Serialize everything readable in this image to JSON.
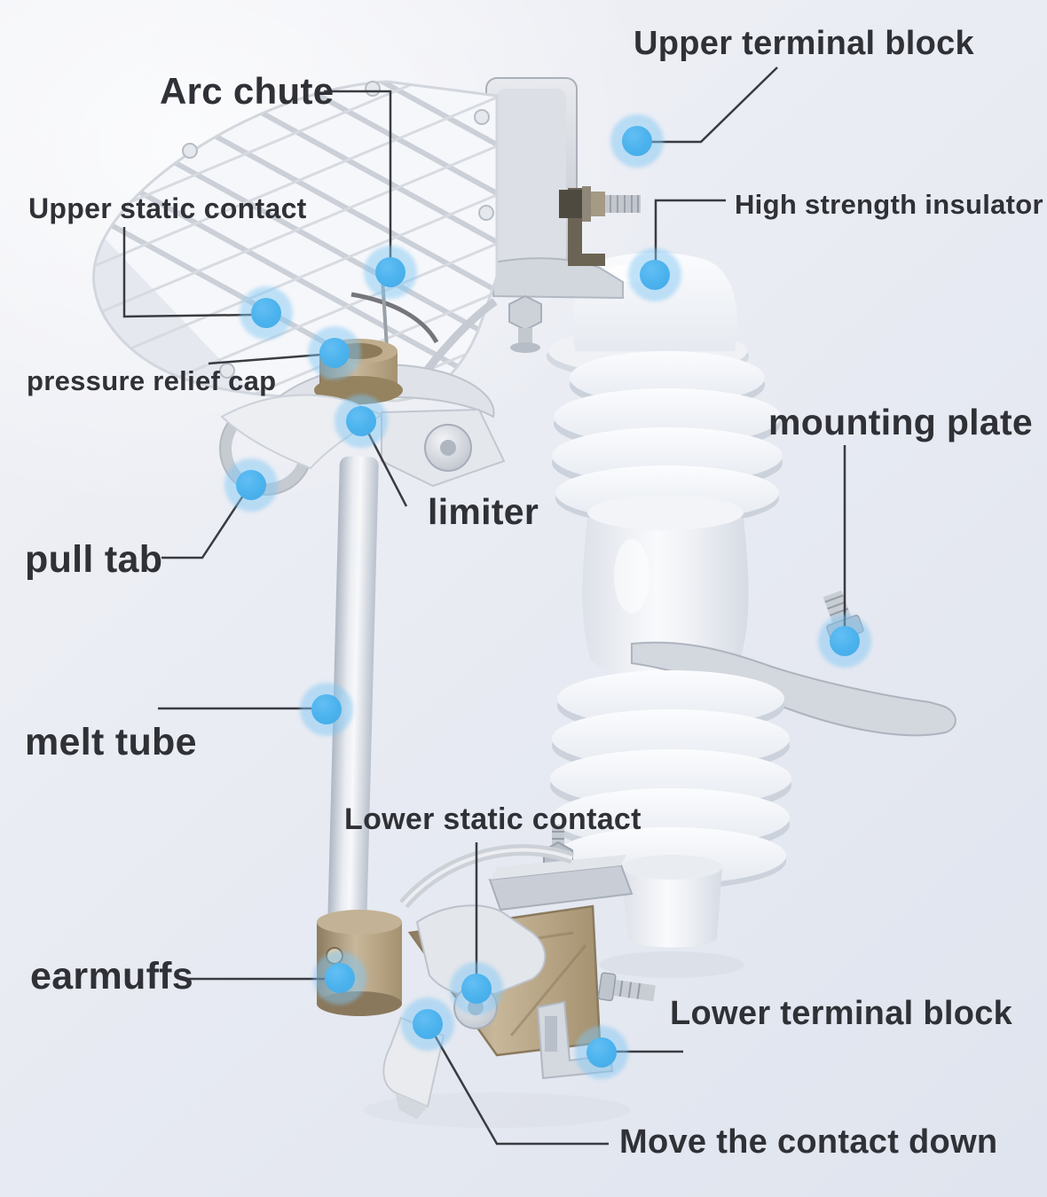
{
  "figure_title": "",
  "colors": {
    "accent_dot": "#1a9fe6",
    "dot_halo": "rgba(128,198,244,0.48)",
    "label_text": "#2f3136",
    "leader_line": "#3a3b40",
    "background": "#e9ecf3",
    "porcelain": "#f4f5f8",
    "bronze": "#b2a084",
    "metal": "#ccd1d9"
  },
  "annotations": [
    {
      "id": "arc-chute",
      "label": "Arc chute"
    },
    {
      "id": "upper-terminal-block",
      "label": "Upper terminal block"
    },
    {
      "id": "upper-static-contact",
      "label": "Upper static contact"
    },
    {
      "id": "high-strength-insulator",
      "label": "High strength insulator"
    },
    {
      "id": "pressure-relief-cap",
      "label": "pressure relief cap"
    },
    {
      "id": "mounting-plate",
      "label": "mounting plate"
    },
    {
      "id": "limiter",
      "label": "limiter"
    },
    {
      "id": "pull-tab",
      "label": "pull tab"
    },
    {
      "id": "melt-tube",
      "label": "melt tube"
    },
    {
      "id": "lower-static-contact",
      "label": "Lower static contact"
    },
    {
      "id": "earmuffs",
      "label": "earmuffs"
    },
    {
      "id": "lower-terminal-block",
      "label": "Lower terminal block"
    },
    {
      "id": "move-contact-down",
      "label": "Move the contact down"
    }
  ]
}
